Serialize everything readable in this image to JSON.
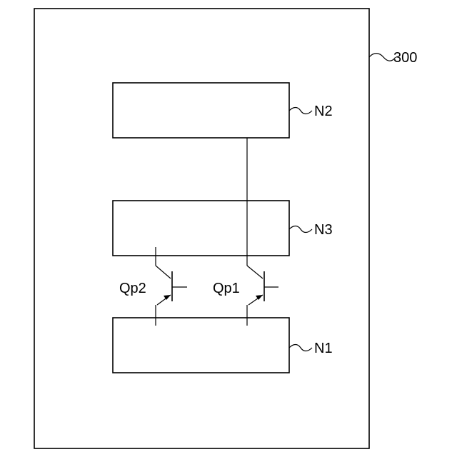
{
  "diagram": {
    "outer_box": {
      "ref": "300"
    },
    "blocks": [
      {
        "id": "N2",
        "label": "N2"
      },
      {
        "id": "N3",
        "label": "N3"
      },
      {
        "id": "N1",
        "label": "N1"
      }
    ],
    "transistors": [
      {
        "id": "Qp2",
        "label": "Qp2",
        "collector_to": "N3",
        "emitter_to": "N1"
      },
      {
        "id": "Qp1",
        "label": "Qp1",
        "collector_to": "N2",
        "emitter_to": "N1"
      }
    ]
  }
}
